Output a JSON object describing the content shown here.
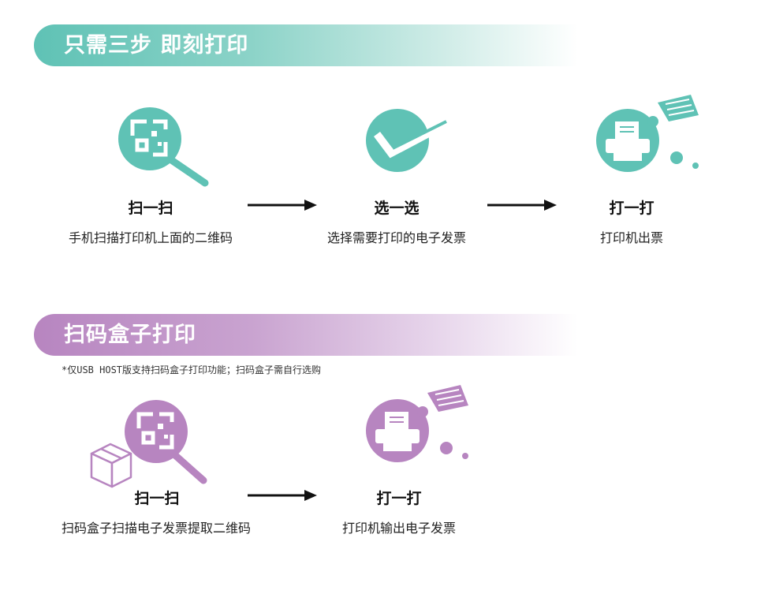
{
  "section1": {
    "title": "只需三步 即刻打印",
    "steps": [
      {
        "title": "扫一扫",
        "desc": "手机扫描打印机上面的二维码",
        "icon": "qr-search-icon"
      },
      {
        "title": "选一选",
        "desc": "选择需要打印的电子发票",
        "icon": "checkmark-icon"
      },
      {
        "title": "打一打",
        "desc": "打印机出票",
        "icon": "printer-icon"
      }
    ]
  },
  "section2": {
    "title": "扫码盒子打印",
    "note": "*仅USB HOST版支持扫码盒子打印功能；扫码盒子需自行选购",
    "steps": [
      {
        "title": "扫一扫",
        "desc": "扫码盒子扫描电子发票提取二维码",
        "icon": "qr-search-icon"
      },
      {
        "title": "打一打",
        "desc": "打印机输出电子发票",
        "icon": "printer-icon"
      }
    ]
  },
  "colors": {
    "teal": "#5fc2b5",
    "purple": "#b785c0",
    "arrow": "#111111"
  }
}
